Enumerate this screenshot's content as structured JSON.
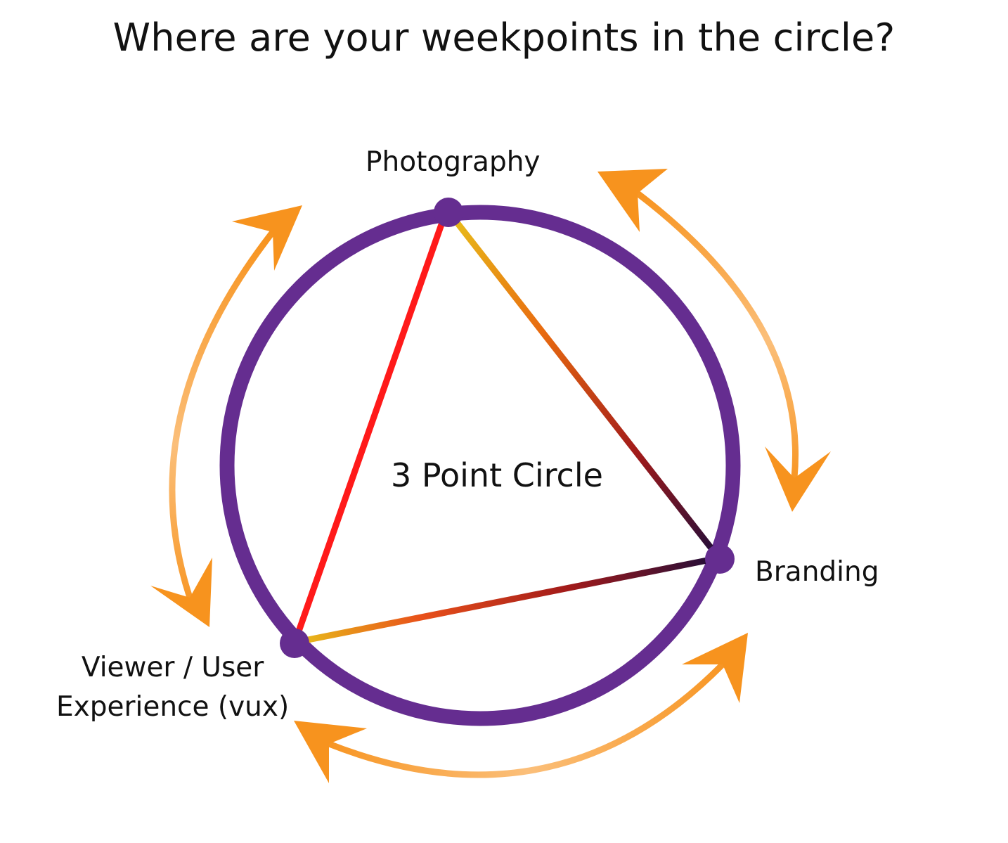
{
  "title": "Where are your weekpoints in the circle?",
  "center_label": "3 Point Circle",
  "points": {
    "photography": "Photography",
    "branding": "Branding",
    "viewer_line1": "Viewer / User",
    "viewer_line2": "Experience (vux)"
  },
  "colors": {
    "circle": "#652d90",
    "arrow": "#f7931e",
    "arrow_light": "#fbbf7a",
    "edge_red": "#ff1a1a",
    "edge_yellow": "#e8c01a",
    "edge_dark": "#1f0d3a"
  }
}
